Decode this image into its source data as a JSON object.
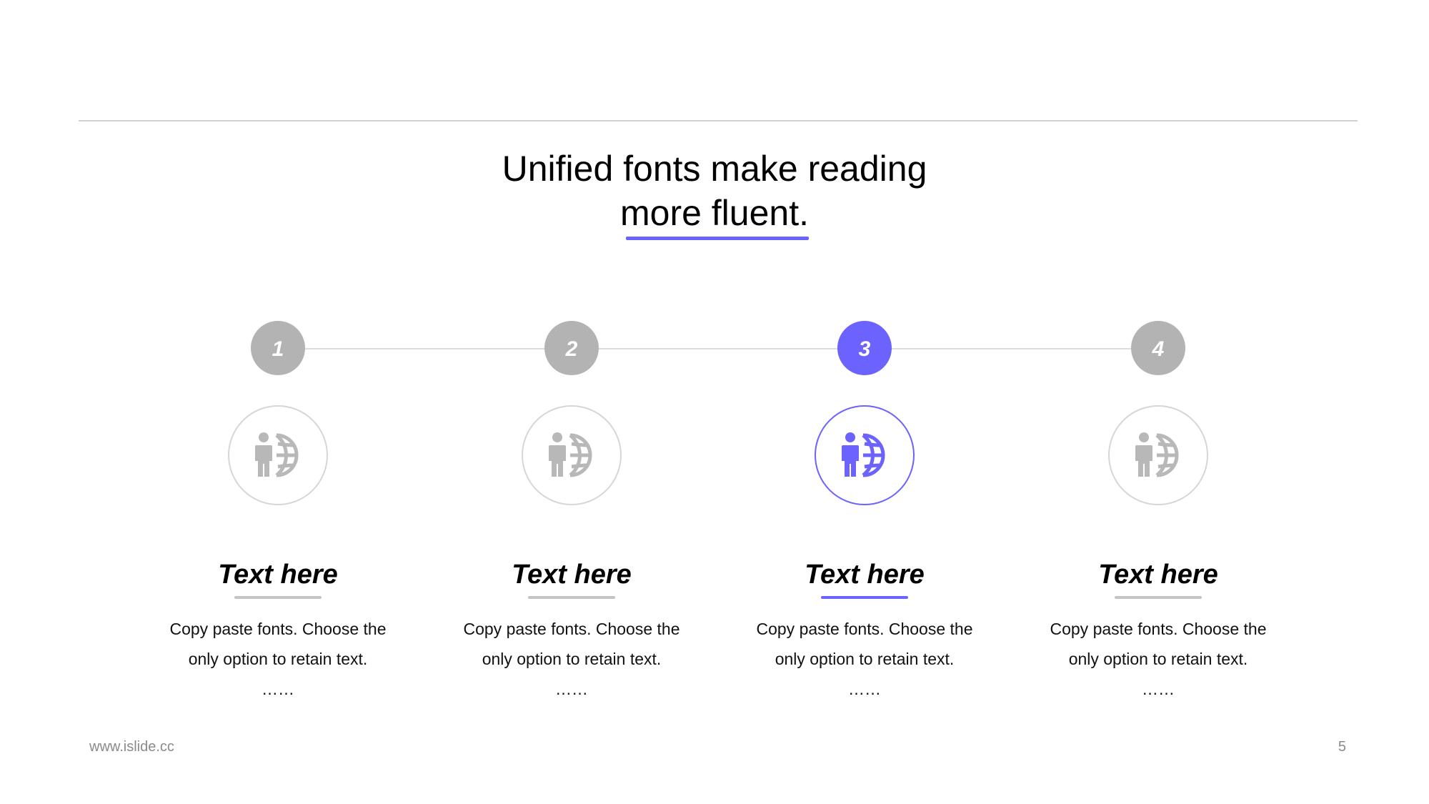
{
  "title": {
    "line1": "Unified fonts make reading",
    "line2": "more fluent."
  },
  "colors": {
    "accent": "#6c63ff",
    "inactive": "#b3b3b3",
    "ring": "#d6d6d6"
  },
  "steps": [
    {
      "number": "1",
      "icon": "businessman-globe-icon",
      "title": "Text here",
      "body_line1": "Copy paste fonts. Choose the",
      "body_line2": "only option to retain text.",
      "body_line3": "……",
      "active": false
    },
    {
      "number": "2",
      "icon": "businessman-globe-icon",
      "title": "Text here",
      "body_line1": "Copy paste fonts. Choose the",
      "body_line2": "only option to retain text.",
      "body_line3": "……",
      "active": false
    },
    {
      "number": "3",
      "icon": "businessman-globe-icon",
      "title": "Text here",
      "body_line1": "Copy paste fonts. Choose the",
      "body_line2": "only option to retain text.",
      "body_line3": "……",
      "active": true
    },
    {
      "number": "4",
      "icon": "businessman-globe-icon",
      "title": "Text here",
      "body_line1": "Copy paste fonts. Choose the",
      "body_line2": "only option to retain text.",
      "body_line3": "……",
      "active": false
    }
  ],
  "footer": {
    "url": "www.islide.cc",
    "page": "5"
  }
}
